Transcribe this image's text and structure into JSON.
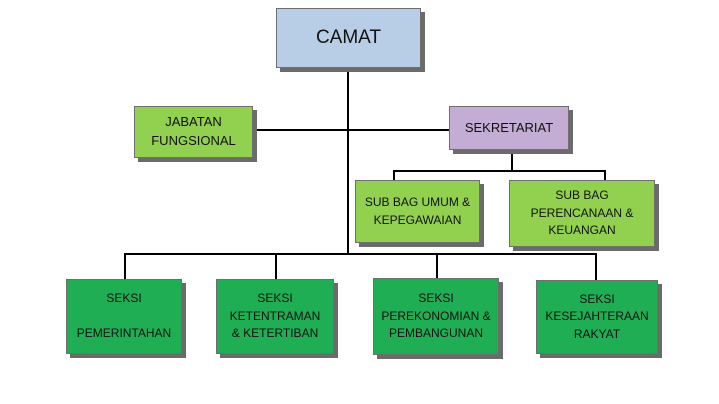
{
  "org_chart": {
    "camat": "CAMAT",
    "jabatan_fungsional": "JABATAN\nFUNGSIONAL",
    "sekretariat": "SEKRETARIAT",
    "sub_bag_umum": "SUB BAG UMUM &\nKEPEGAWAIAN",
    "sub_bag_perencanaan": "SUB BAG\nPERENCANAAN &\nKEUANGAN",
    "seksi_pemerintahan": "SEKSI\n\nPEMERINTAHAN",
    "seksi_ketentraman": "SEKSI\nKETENTRAMAN\n& KETERTIBAN",
    "seksi_perekonomian": "SEKSI\nPEREKONOMIAN &\nPEMBANGUNAN",
    "seksi_kesejahteraan": "SEKSI\nKESEJAHTERAAN\nRAKYAT"
  },
  "colors": {
    "camat_fill": "#b8cde6",
    "green_fill": "#92d050",
    "sekretariat_fill": "#c3add4",
    "seksi_fill": "#1fae53"
  }
}
